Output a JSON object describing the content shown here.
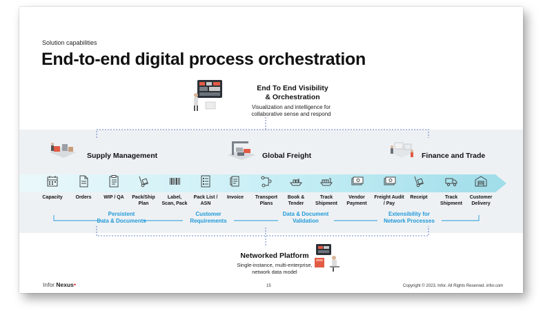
{
  "header": {
    "kicker": "Solution capabilities",
    "title": "End-to-end digital process orchestration"
  },
  "visibility": {
    "title": "End To End Visibility\n& Orchestration",
    "subtitle": "Visualization and intelligence for\ncollaborative sense and respond"
  },
  "sections": [
    {
      "label": "Supply Management"
    },
    {
      "label": "Global Freight"
    },
    {
      "label": "Finance and Trade"
    }
  ],
  "steps": [
    {
      "label": "Capacity",
      "icon": "calendar-icon"
    },
    {
      "label": "Orders",
      "icon": "document-icon"
    },
    {
      "label": "WIP / QA",
      "icon": "clipboard-icon"
    },
    {
      "label": "Pack/Ship\nPlan",
      "icon": "hand-truck-icon"
    },
    {
      "label": "Label,\nScan, Pack",
      "icon": "barcode-icon"
    },
    {
      "label": "Pack List /\nASN",
      "icon": "checklist-icon"
    },
    {
      "label": "Invoice",
      "icon": "invoice-icon"
    },
    {
      "label": "Transport\nPlans",
      "icon": "route-icon"
    },
    {
      "label": "Book &\nTender",
      "icon": "ship-icon"
    },
    {
      "label": "Track\nShipment",
      "icon": "cargo-ship-icon"
    },
    {
      "label": "Vendor\nPayment",
      "icon": "payment-icon"
    },
    {
      "label": "Freight Audit\n/ Pay",
      "icon": "payment-icon"
    },
    {
      "label": "Receipt",
      "icon": "hand-truck-icon"
    },
    {
      "label": "Track\nShipment",
      "icon": "truck-icon"
    },
    {
      "label": "Customer\nDelivery",
      "icon": "warehouse-icon"
    }
  ],
  "capabilities": [
    {
      "label": "Persistent\nData & Documents"
    },
    {
      "label": "Customer\nRequirements"
    },
    {
      "label": "Data & Document\nValidation"
    },
    {
      "label": "Extensibility for\nNetwork Processes"
    }
  ],
  "platform": {
    "title": "Networked Platform",
    "subtitle": "Single-instance, multi-enterprise,\nnetwork data model"
  },
  "footer": {
    "brand_main": "Infor",
    "brand_sub": "Nexus",
    "page": "15",
    "copyright": "Copyright © 2023. Infor. All Rights Reserved. infor.com"
  },
  "colors": {
    "accent": "#1f9ad8",
    "dashed": "#3a5bb8",
    "arrow_start": "#eaf8fb",
    "arrow_end": "#9fdde9"
  }
}
